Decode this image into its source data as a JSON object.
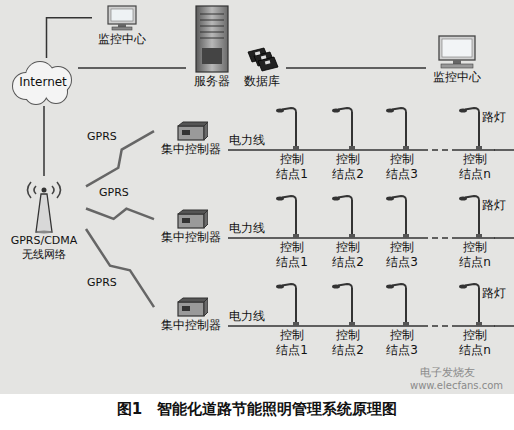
{
  "diagram": {
    "caption": "图1　智能化道路节能照明管理系统原理图",
    "nodes": [
      {
        "text": [
          "Internet"
        ]
      },
      {
        "text": [
          "监控中心"
        ]
      },
      {
        "text": [
          "服务器"
        ]
      },
      {
        "text": [
          "数据库"
        ]
      },
      {
        "text": [
          "监控中心"
        ]
      },
      {
        "text": [
          "GPRS/CDMA 无线网络"
        ]
      },
      {
        "text": [
          "集中控制器"
        ]
      },
      {
        "text": [
          "控制 结点1"
        ]
      },
      {
        "text": [
          "控制 结点2"
        ]
      },
      {
        "text": [
          "控制 结点3"
        ]
      },
      {
        "text": [
          "控制 结点n"
        ]
      },
      {
        "text": [
          "集中控制器"
        ]
      },
      {
        "text": [
          "控制 结点1"
        ]
      },
      {
        "text": [
          "控制 结点2"
        ]
      },
      {
        "text": [
          "控制 结点3"
        ]
      },
      {
        "text": [
          "控制 结点n"
        ]
      },
      {
        "text": [
          "集中控制器"
        ]
      },
      {
        "text": [
          "控制 结点1"
        ]
      },
      {
        "text": [
          "控制 结点2"
        ]
      },
      {
        "text": [
          "控制 结点3"
        ]
      },
      {
        "text": [
          "控制 结点n"
        ]
      }
    ],
    "edges": [
      {
        "from": 0,
        "to": 1,
        "arrow": "none"
      },
      {
        "from": 0,
        "to": 2,
        "arrow": "none"
      },
      {
        "from": 3,
        "to": 4,
        "arrow": "none"
      },
      {
        "from": 5,
        "to": 0,
        "arrow": "none"
      },
      {
        "from": 5,
        "to": 6,
        "label": "GPRS",
        "arrow": "none"
      },
      {
        "from": 5,
        "to": 11,
        "label": "GPRS",
        "arrow": "none"
      },
      {
        "from": 5,
        "to": 16,
        "label": "GPRS",
        "arrow": "none"
      },
      {
        "from": 6,
        "to": 7,
        "label": "电力线",
        "arrow": "none"
      },
      {
        "from": 7,
        "to": 8,
        "arrow": "none"
      },
      {
        "from": 8,
        "to": 9,
        "arrow": "none"
      },
      {
        "from": 9,
        "to": 10,
        "arrow": "none"
      },
      {
        "from": 11,
        "to": 12,
        "label": "电力线",
        "arrow": "none"
      },
      {
        "from": 12,
        "to": 13,
        "arrow": "none"
      },
      {
        "from": 13,
        "to": 14,
        "arrow": "none"
      },
      {
        "from": 14,
        "to": 15,
        "arrow": "none"
      },
      {
        "from": 16,
        "to": 17,
        "label": "电力线",
        "arrow": "none"
      },
      {
        "from": 17,
        "to": 18,
        "arrow": "none"
      },
      {
        "from": 18,
        "to": 19,
        "arrow": "none"
      },
      {
        "from": 19,
        "to": 20,
        "arrow": "none"
      }
    ],
    "labels": [
      "路灯",
      "路灯",
      "路灯",
      "电子发烧友",
      "www.elecfans.com"
    ]
  }
}
